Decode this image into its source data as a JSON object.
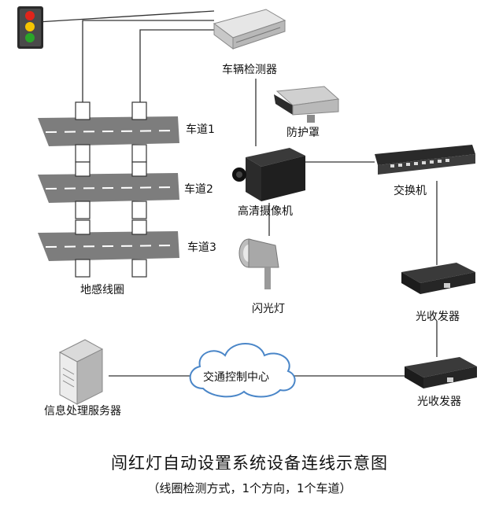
{
  "labels": {
    "vehicle_detector": "车辆检测器",
    "protective_cover": "防护罩",
    "hd_camera": "高清摄像机",
    "switch": "交换机",
    "lane1": "车道1",
    "lane2": "车道2",
    "lane3": "车道3",
    "ground_loop": "地感线圈",
    "flash_light": "闪光灯",
    "optical_transceiver_1": "光收发器",
    "optical_transceiver_2": "光收发器",
    "traffic_control_center": "交通控制中心",
    "info_server": "信息处理服务器"
  },
  "title": "闯红灯自动设置系统设备连线示意图",
  "subtitle": "（线圈检测方式，1个方向，1个车道）",
  "colors": {
    "red_light": "#e0241b",
    "yellow_light": "#f5c400",
    "green_light": "#2aa52a",
    "road": "#7d7d7d",
    "cloud_stroke": "#4a86c8"
  }
}
